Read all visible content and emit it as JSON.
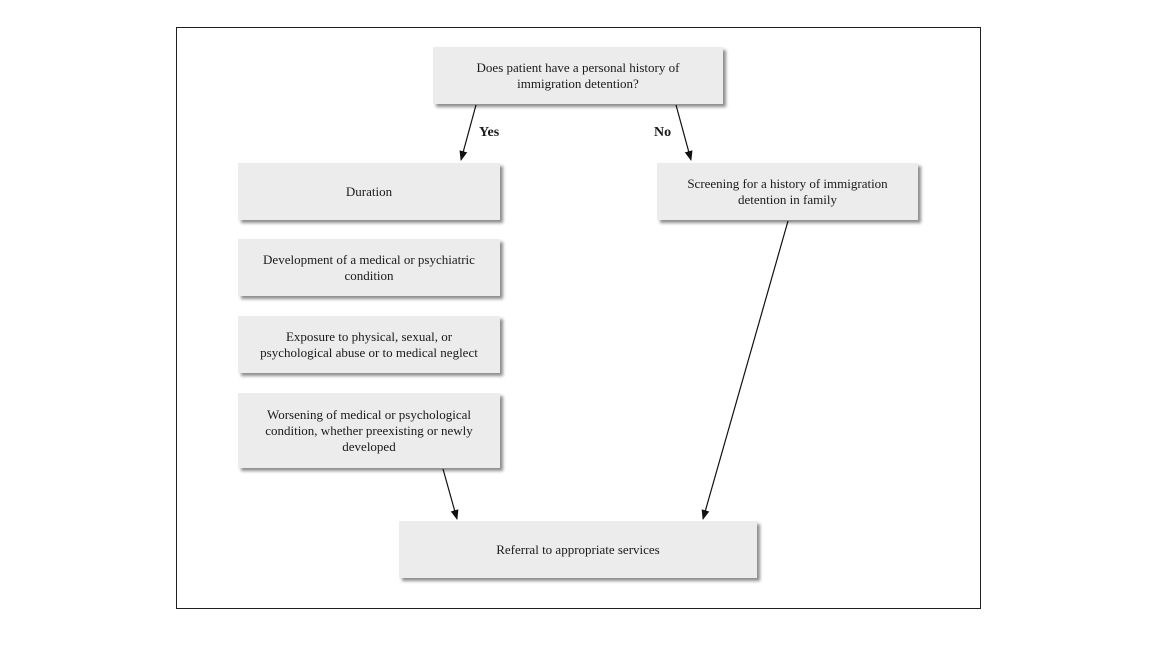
{
  "flowchart": {
    "question": "Does patient have a personal history of immigration detention?",
    "yes_label": "Yes",
    "no_label": "No",
    "yes_branch": {
      "duration": "Duration",
      "development": "Development of a medical or psychiatric condition",
      "exposure": "Exposure to physical, sexual, or psychological abuse or to medical neglect",
      "worsening": "Worsening of medical or psychological condition, whether preexisting or newly developed"
    },
    "no_branch": {
      "screening": "Screening for a history of immigration detention in family"
    },
    "outcome": "Referral to appropriate services"
  }
}
